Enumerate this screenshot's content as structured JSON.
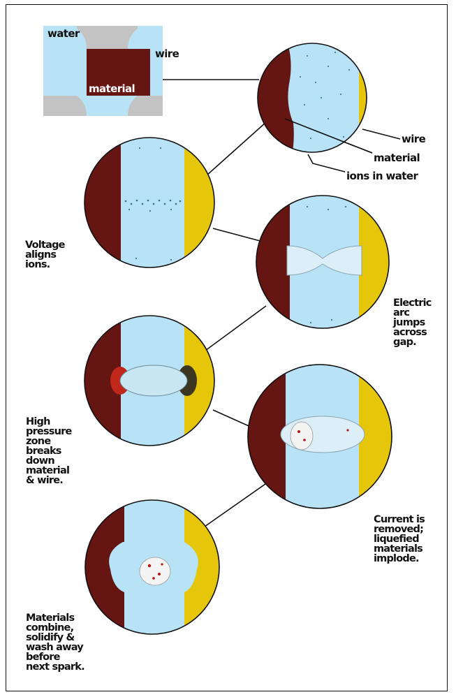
{
  "colors": {
    "water": "#b8e2f5",
    "material": "#651512",
    "wire": "#e6c60a",
    "wire_gray": "#c3c3c3"
  },
  "inset": {
    "water_label": "water",
    "wire_label": "wire",
    "material_label": "material"
  },
  "callouts": {
    "wire": "wire",
    "material": "material",
    "ions": "ions in water"
  },
  "steps": [
    {
      "caption": "Voltage\naligns\nions."
    },
    {
      "caption": "Electric\narc\njumps\nacross\ngap."
    },
    {
      "caption": "High\npressure\nzone\nbreaks\ndown\nmaterial\n& wire."
    },
    {
      "caption": "Current is\nremoved;\nliquefied\nmaterials\nimplode."
    },
    {
      "caption": "Materials\ncombine,\nsolidify &\nwash away\nbefore\nnext spark."
    }
  ]
}
